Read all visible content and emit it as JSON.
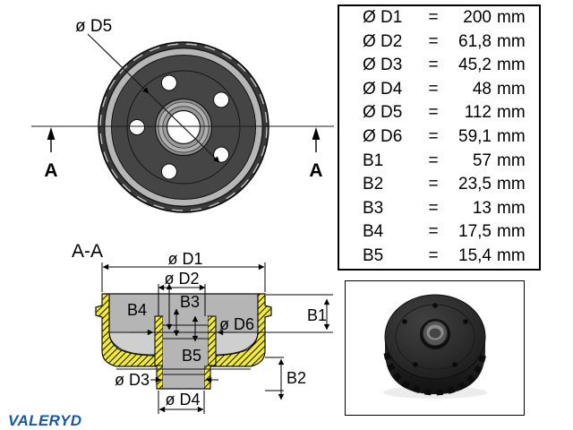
{
  "logo": {
    "text": "VALERYD",
    "color": "#1b57a0"
  },
  "front_view": {
    "d5_label": "ø D5",
    "section_arrow_left_label": "A",
    "section_arrow_right_label": "A"
  },
  "section_view": {
    "title": "A-A",
    "d1_label": "ø D1",
    "d2_label": "ø D2",
    "d3_label": "ø D3",
    "d4_label": "ø D4",
    "d6_label": "ø D6",
    "b1_label": "B1",
    "b2_label": "B2",
    "b3_label": "B3",
    "b4_label": "B4",
    "b5_label": "B5"
  },
  "dimension_table": {
    "rows": [
      {
        "label": "Ø D1",
        "eq": "=",
        "value": "200",
        "unit": "mm"
      },
      {
        "label": "Ø D2",
        "eq": "=",
        "value": "61,8",
        "unit": "mm"
      },
      {
        "label": "Ø D3",
        "eq": "=",
        "value": "45,2",
        "unit": "mm"
      },
      {
        "label": "Ø D4",
        "eq": "=",
        "value": "48",
        "unit": "mm"
      },
      {
        "label": "Ø D5",
        "eq": "=",
        "value": "112",
        "unit": "mm"
      },
      {
        "label": "Ø D6",
        "eq": "=",
        "value": "59,1",
        "unit": "mm"
      },
      {
        "label": "B1",
        "eq": "=",
        "value": "57",
        "unit": "mm"
      },
      {
        "label": "B2",
        "eq": "=",
        "value": "23,5",
        "unit": "mm"
      },
      {
        "label": "B3",
        "eq": "=",
        "value": "13",
        "unit": "mm"
      },
      {
        "label": "B4",
        "eq": "=",
        "value": "17,5",
        "unit": "mm"
      },
      {
        "label": "B5",
        "eq": "=",
        "value": "15,4",
        "unit": "mm"
      }
    ]
  },
  "colors": {
    "hatch_yellow": "#f2ea3e",
    "steel_gray": "#b5b5b5",
    "drum_face_gray": "#454545",
    "brand_blue": "#1b57a0"
  }
}
